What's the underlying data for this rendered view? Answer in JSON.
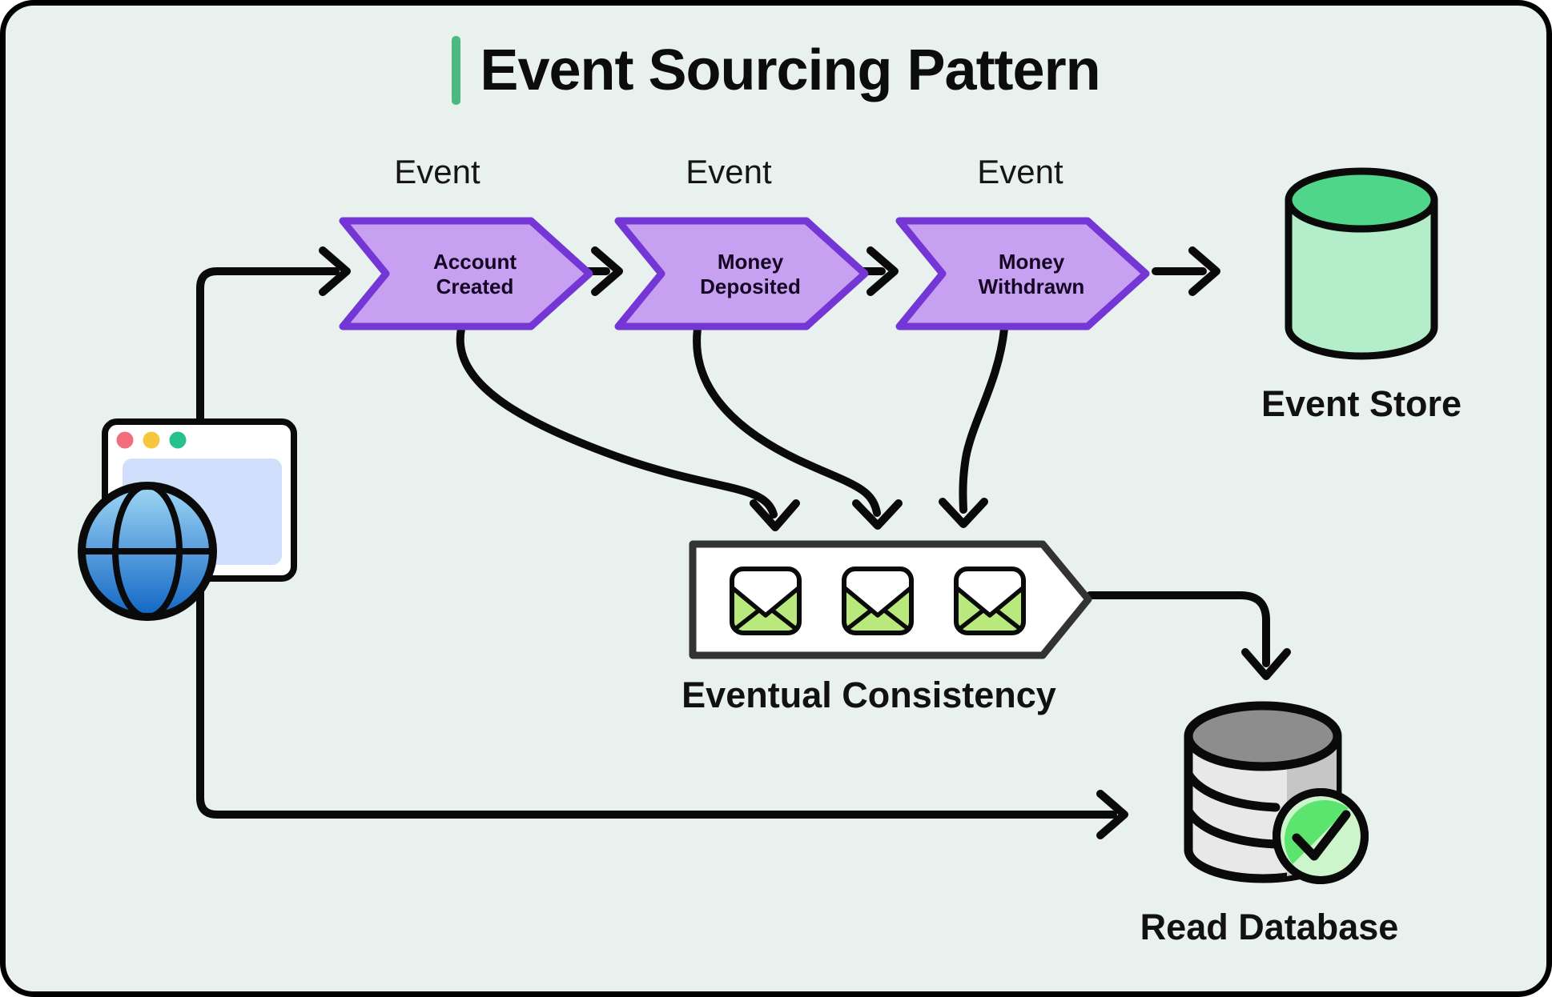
{
  "title": "Event Sourcing Pattern",
  "events": [
    {
      "type_label": "Event",
      "name": "Account\nCreated"
    },
    {
      "type_label": "Event",
      "name": "Money\nDeposited"
    },
    {
      "type_label": "Event",
      "name": "Money\nWithdrawn"
    }
  ],
  "event_store": {
    "label": "Event Store",
    "icon": "green-database-cylinder-icon"
  },
  "client": {
    "icon": "browser-window-icon",
    "overlay_icon": "globe-icon"
  },
  "queue": {
    "label": "Eventual Consistency",
    "icon": "message-queue-shape",
    "message_count": 3,
    "message_icon": "envelope-icon"
  },
  "read_database": {
    "label": "Read Database",
    "icon": "gray-database-icon",
    "status_icon": "check-circle-icon"
  },
  "colors": {
    "canvas-bg": "#e8f1ed",
    "accent-green": "#4db87f",
    "chevron-fill": "#c7a0f2",
    "chevron-stroke": "#7436d4",
    "store-top": "#50d68a",
    "store-body": "#b3edca",
    "queue-stroke": "#333333",
    "envelope-green": "#b9e97c",
    "browser-content": "#cfdffc",
    "dot-red": "#f26d7e",
    "dot-yellow": "#f8c63e",
    "dot-green": "#27c28c",
    "globe-light": "#9fd6f5",
    "globe-dark": "#1166c4",
    "db-top": "#8d8d8d",
    "db-body": "#e8e8e8",
    "db-shade": "#c6c6c6",
    "check-light": "#cdf5cc",
    "check-dark": "#5ce56e",
    "ink": "#0a0a0a"
  }
}
